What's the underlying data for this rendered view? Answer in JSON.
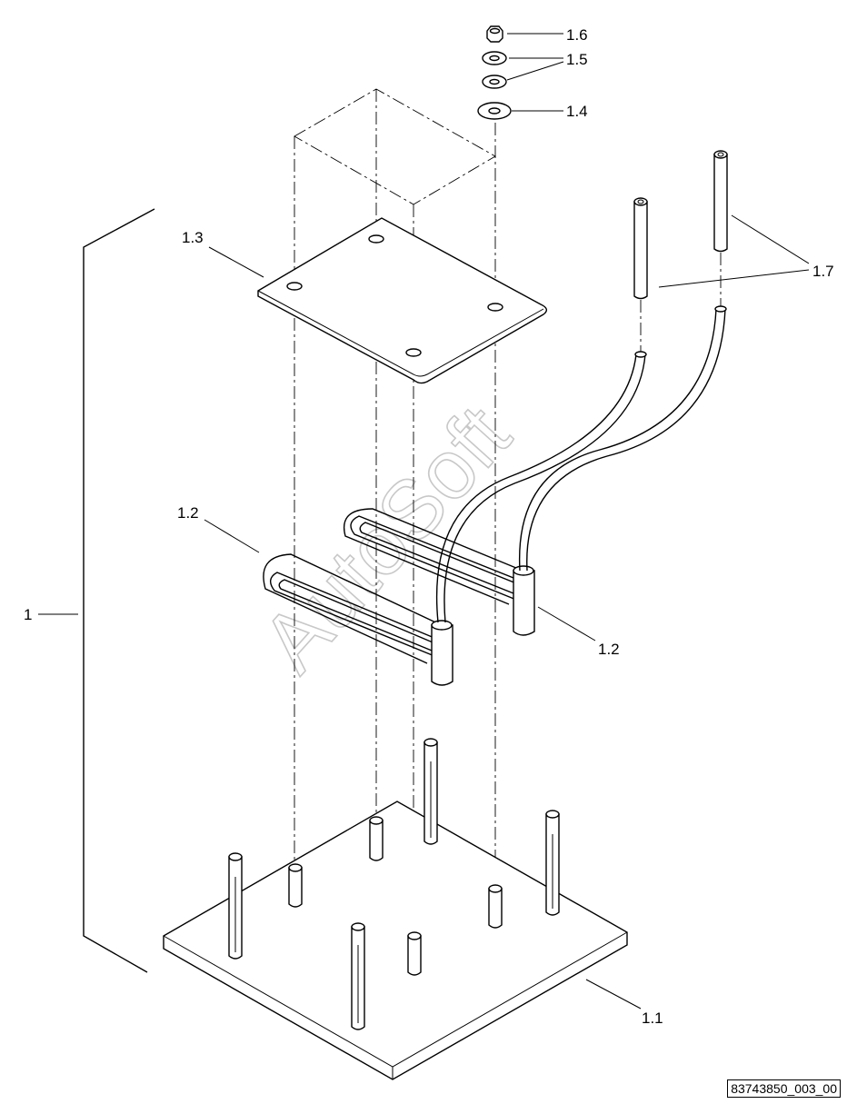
{
  "callouts": {
    "c1": "1",
    "c1_1": "1.1",
    "c1_2a": "1.2",
    "c1_2b": "1.2",
    "c1_3": "1.3",
    "c1_4": "1.4",
    "c1_5": "1.5",
    "c1_6": "1.6",
    "c1_7": "1.7"
  },
  "reference": "83743850_003_00",
  "watermark": "AutoSoft"
}
